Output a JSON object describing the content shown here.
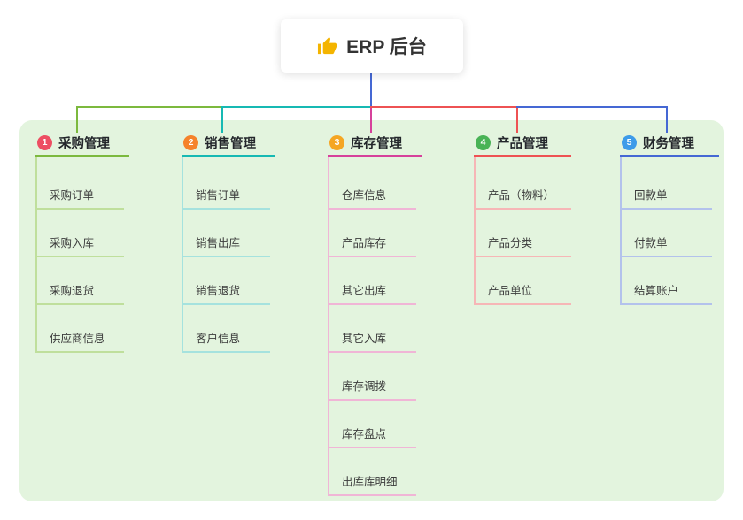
{
  "root": {
    "label": "ERP 后台",
    "icon": "thumbs-up-icon",
    "icon_color": "#F4B400",
    "line_color": "#4568D4"
  },
  "canvas": {
    "background": "#FFFFFF",
    "panel_color": "#E3F4DE"
  },
  "branches": [
    {
      "badge": "1",
      "badge_color": "#ED4F63",
      "label": "采购管理",
      "color": "#7CB93E",
      "light_color": "#BFDF9C",
      "children": [
        "采购订单",
        "采购入库",
        "采购退货",
        "供应商信息"
      ]
    },
    {
      "badge": "2",
      "badge_color": "#F5822B",
      "label": "销售管理",
      "color": "#16B9B3",
      "light_color": "#A5E2DE",
      "children": [
        "销售订单",
        "销售出库",
        "销售退货",
        "客户信息"
      ]
    },
    {
      "badge": "3",
      "badge_color": "#F5A623",
      "label": "库存管理",
      "color": "#D6419B",
      "light_color": "#F0B5D6",
      "children": [
        "仓库信息",
        "产品库存",
        "其它出库",
        "其它入库",
        "库存调拨",
        "库存盘点",
        "出库库明细"
      ]
    },
    {
      "badge": "4",
      "badge_color": "#49B356",
      "label": "产品管理",
      "color": "#EE5253",
      "light_color": "#F6B6B6",
      "children": [
        "产品（物料）",
        "产品分类",
        "产品单位"
      ]
    },
    {
      "badge": "5",
      "badge_color": "#3D9BE9",
      "label": "财务管理",
      "color": "#4568D4",
      "light_color": "#B3C2EC",
      "children": [
        "回款单",
        "付款单",
        "结算账户"
      ]
    }
  ]
}
